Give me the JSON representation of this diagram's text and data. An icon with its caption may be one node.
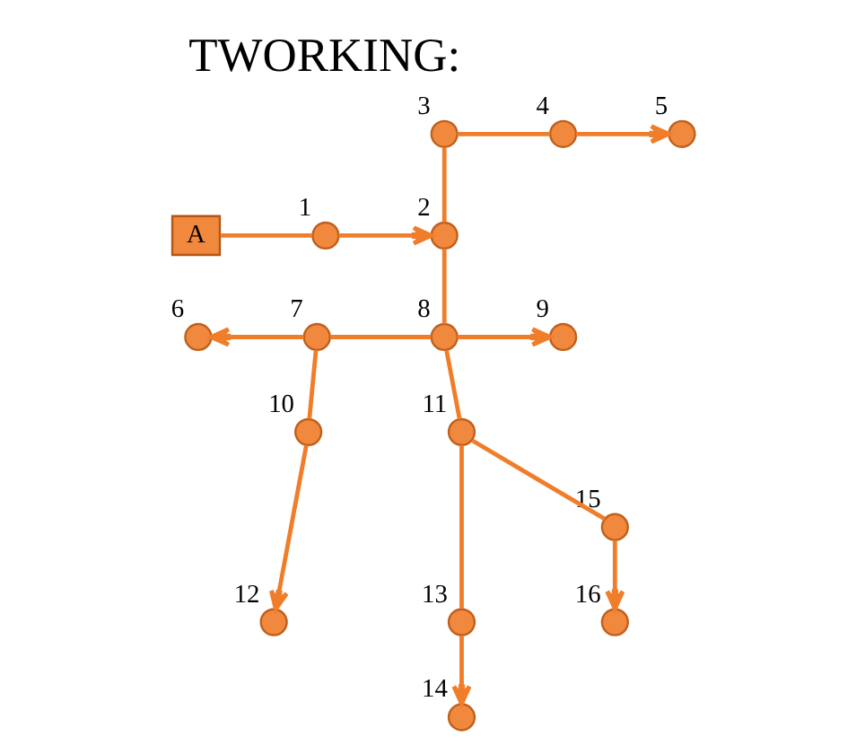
{
  "diagram": {
    "title": "TWORKING:",
    "nodes": [
      {
        "text": [
          "A"
        ]
      },
      {
        "text": [],
        "shape": "circle",
        "beside": [
          "1"
        ]
      },
      {
        "text": [],
        "shape": "circle",
        "beside": [
          "2"
        ]
      },
      {
        "text": [],
        "shape": "circle",
        "beside": [
          "3"
        ]
      },
      {
        "text": [],
        "shape": "circle",
        "beside": [
          "4"
        ]
      },
      {
        "text": [],
        "shape": "circle",
        "beside": [
          "5"
        ]
      },
      {
        "text": [],
        "shape": "circle",
        "beside": [
          "6"
        ]
      },
      {
        "text": [],
        "shape": "circle",
        "beside": [
          "7"
        ]
      },
      {
        "text": [],
        "shape": "circle",
        "beside": [
          "8"
        ]
      },
      {
        "text": [],
        "shape": "circle",
        "beside": [
          "9"
        ]
      },
      {
        "text": [],
        "shape": "circle",
        "beside": [
          "10"
        ]
      },
      {
        "text": [],
        "shape": "circle",
        "beside": [
          "11"
        ]
      },
      {
        "text": [],
        "shape": "circle",
        "beside": [
          "12"
        ]
      },
      {
        "text": [],
        "shape": "circle",
        "beside": [
          "13"
        ]
      },
      {
        "text": [],
        "shape": "circle",
        "beside": [
          "14"
        ]
      },
      {
        "text": [],
        "shape": "circle",
        "beside": [
          "15"
        ]
      },
      {
        "text": [],
        "shape": "circle",
        "beside": [
          "16"
        ]
      }
    ],
    "edges": [
      {
        "from": 0,
        "to": 1,
        "arrow": "none"
      },
      {
        "from": 1,
        "to": 2,
        "arrow": "to"
      },
      {
        "from": 3,
        "to": 2,
        "arrow": "none"
      },
      {
        "from": 3,
        "to": 4,
        "arrow": "none"
      },
      {
        "from": 4,
        "to": 5,
        "arrow": "to"
      },
      {
        "from": 2,
        "to": 8,
        "arrow": "none"
      },
      {
        "from": 7,
        "to": 8,
        "arrow": "none"
      },
      {
        "from": 7,
        "to": 6,
        "arrow": "to"
      },
      {
        "from": 8,
        "to": 9,
        "arrow": "to"
      },
      {
        "from": 7,
        "to": 10,
        "arrow": "none"
      },
      {
        "from": 10,
        "to": 12,
        "arrow": "to"
      },
      {
        "from": 8,
        "to": 11,
        "arrow": "none"
      },
      {
        "from": 11,
        "to": 15,
        "arrow": "none"
      },
      {
        "from": 15,
        "to": 16,
        "arrow": "to"
      },
      {
        "from": 11,
        "to": 13,
        "arrow": "none"
      },
      {
        "from": 13,
        "to": 14,
        "arrow": "to"
      }
    ]
  }
}
